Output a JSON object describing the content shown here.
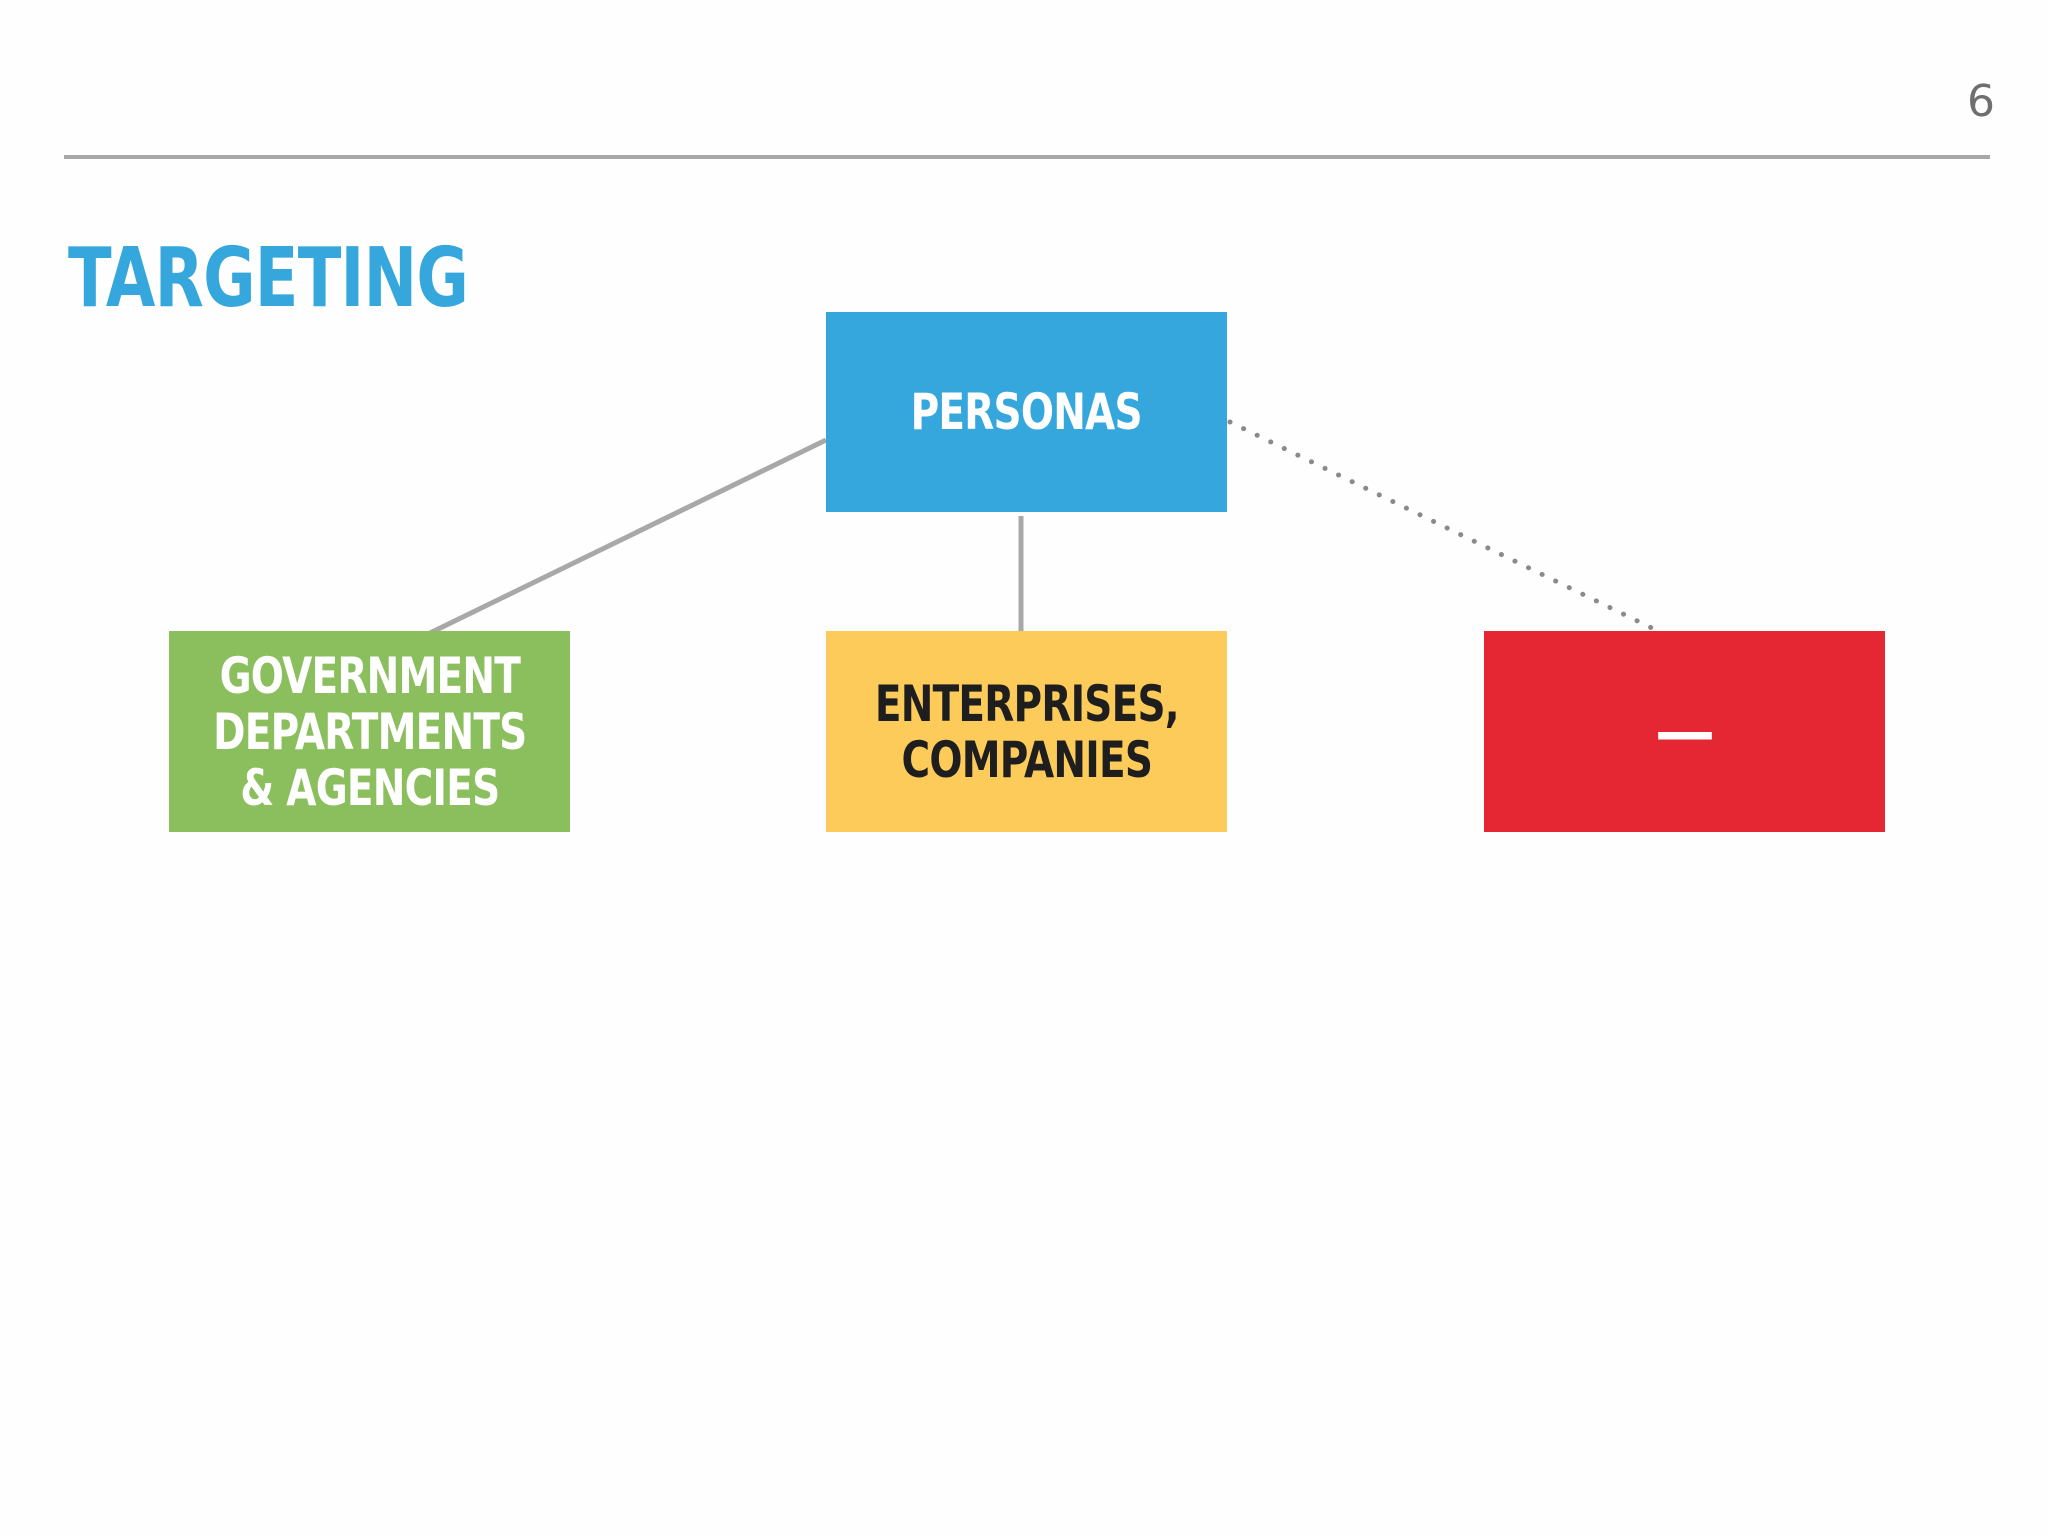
{
  "page_number": "6",
  "title": "TARGETING",
  "diagram": {
    "nodes": [
      {
        "id": "personas",
        "label": "PERSONAS",
        "color": "#35a7dc",
        "text_color": "#ffffff"
      },
      {
        "id": "government",
        "label": "GOVERNMENT\nDEPARTMENTS\n& AGENCIES",
        "color": "#8bbf5e",
        "text_color": "#ffffff"
      },
      {
        "id": "enterprises",
        "label": "ENTERPRISES,\nCOMPANIES",
        "color": "#fccb5a",
        "text_color": "#1e1e1e"
      },
      {
        "id": "dash",
        "label": "—",
        "color": "#e52734",
        "text_color": "#ffffff"
      }
    ],
    "edges": [
      {
        "from": "personas",
        "to": "government",
        "style": "solid",
        "color": "#a8a8a8"
      },
      {
        "from": "personas",
        "to": "enterprises",
        "style": "solid",
        "color": "#a8a8a8"
      },
      {
        "from": "personas",
        "to": "dash",
        "style": "dotted",
        "color": "#8a8a8a"
      }
    ]
  },
  "colors": {
    "title": "#35a7dc",
    "rule": "#a8a8a8",
    "page_number": "#6f6f6f"
  }
}
